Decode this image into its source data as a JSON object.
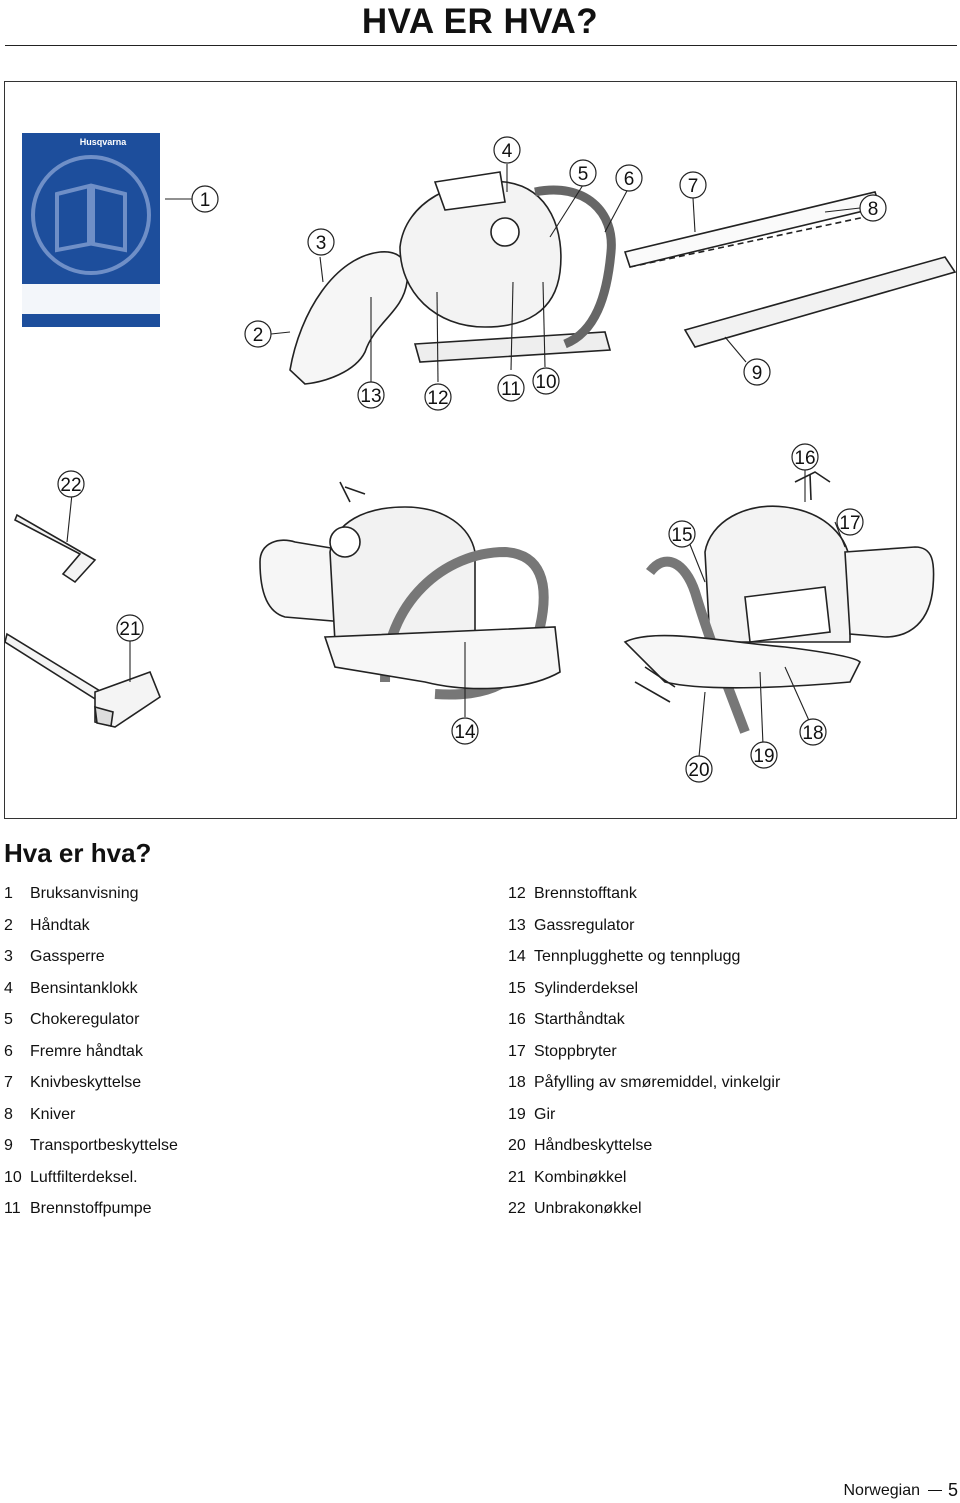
{
  "header": {
    "title": "HVA ER HVA?"
  },
  "figure": {
    "manual_cover": {
      "brand": "Husqvarna",
      "colors": {
        "cover": "#1d4e9c",
        "text": "#ffffff"
      }
    },
    "callouts": [
      "1",
      "2",
      "3",
      "4",
      "5",
      "6",
      "7",
      "8",
      "9",
      "10",
      "11",
      "12",
      "13",
      "14",
      "15",
      "16",
      "17",
      "18",
      "19",
      "20",
      "21",
      "22"
    ]
  },
  "section": {
    "heading": "Hva er hva?",
    "left_items": [
      {
        "num": "1",
        "label": "Bruksanvisning"
      },
      {
        "num": "2",
        "label": "Håndtak"
      },
      {
        "num": "3",
        "label": "Gassperre"
      },
      {
        "num": "4",
        "label": "Bensintanklokk"
      },
      {
        "num": "5",
        "label": "Chokeregulator"
      },
      {
        "num": "6",
        "label": "Fremre håndtak"
      },
      {
        "num": "7",
        "label": "Knivbeskyttelse"
      },
      {
        "num": "8",
        "label": "Kniver"
      },
      {
        "num": "9",
        "label": "Transportbeskyttelse"
      },
      {
        "num": "10",
        "label": "Luftfilterdeksel."
      },
      {
        "num": "11",
        "label": "Brennstoffpumpe"
      }
    ],
    "right_items": [
      {
        "num": "12",
        "label": "Brennstofftank"
      },
      {
        "num": "13",
        "label": "Gassregulator"
      },
      {
        "num": "14",
        "label": "Tennplugghette og tennplugg"
      },
      {
        "num": "15",
        "label": "Sylinderdeksel"
      },
      {
        "num": "16",
        "label": "Starthåndtak"
      },
      {
        "num": "17",
        "label": "Stoppbryter"
      },
      {
        "num": "18",
        "label": "Påfylling av smøremiddel, vinkelgir"
      },
      {
        "num": "19",
        "label": "Gir"
      },
      {
        "num": "20",
        "label": "Håndbeskyttelse"
      },
      {
        "num": "21",
        "label": "Kombinøkkel"
      },
      {
        "num": "22",
        "label": "Unbrakonøkkel"
      }
    ]
  },
  "footer": {
    "language": "Norwegian",
    "page_number": "5"
  }
}
